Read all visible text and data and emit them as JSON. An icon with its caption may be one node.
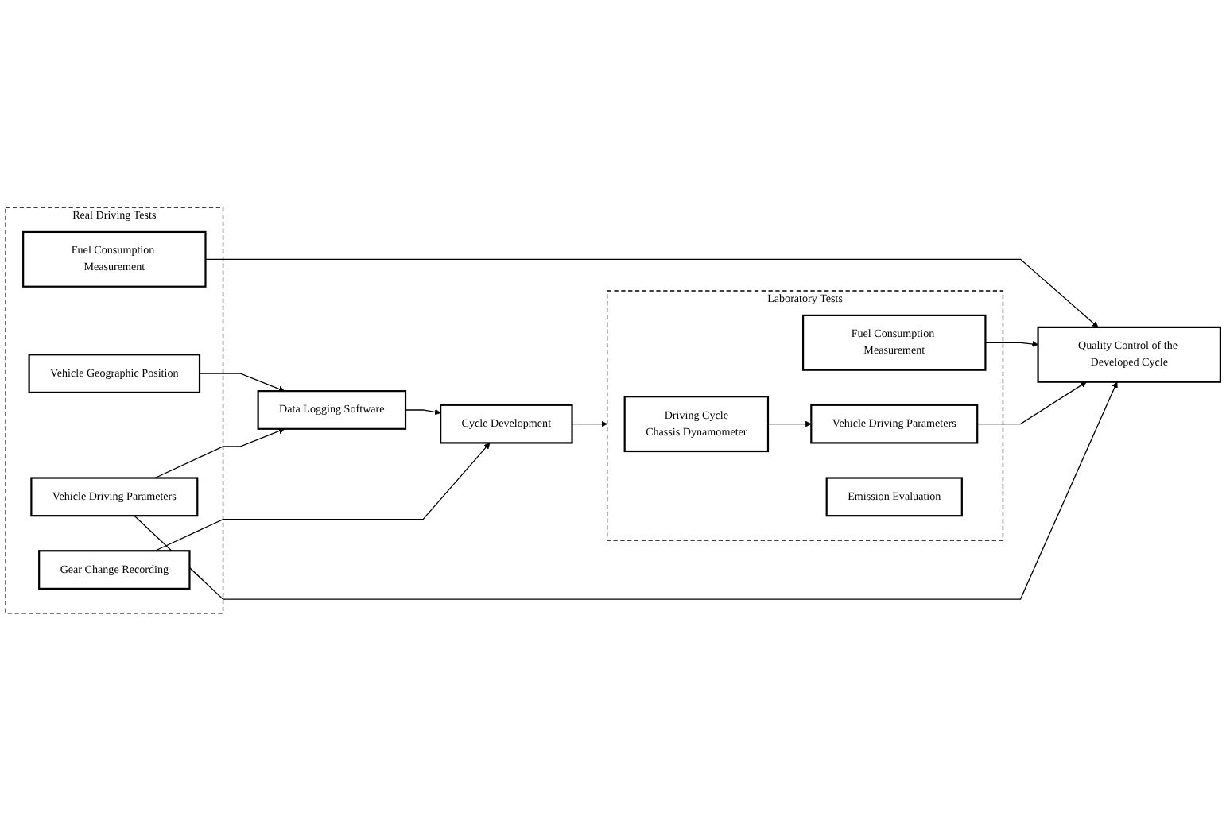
{
  "diagram": {
    "nodes": [
      {
        "text": [
          "Real Driving Tests"
        ]
      },
      {
        "text": [
          "Vehicle Geographic Position"
        ],
        "in": 0
      },
      {
        "text": [
          "Vehicle Driving Parameters"
        ],
        "in": 0
      },
      {
        "text": [
          "Gear Change Recording"
        ],
        "in": 0
      },
      {
        "text": [
          "Fuel Consumption Measurement"
        ],
        "in": 0
      },
      {
        "text": [
          "Data Logging Software"
        ]
      },
      {
        "text": [
          "Cycle Development"
        ]
      },
      {
        "text": [
          "Laboratory Tests"
        ]
      },
      {
        "text": [
          "Driving Cycle",
          "Chassis Dynamometer"
        ],
        "in": 7
      },
      {
        "text": [
          "Fuel Consumption Measurement"
        ],
        "in": 7
      },
      {
        "text": [
          "Vehicle Driving Parameters"
        ],
        "in": 7
      },
      {
        "text": [
          "Emission Evaluation"
        ],
        "in": 7
      },
      {
        "text": [
          "Quality Control of the Developed Cycle"
        ]
      }
    ],
    "edges": [
      {
        "from": 1,
        "to": 5,
        "arrow": "to"
      },
      {
        "from": 2,
        "to": 5,
        "arrow": "to"
      },
      {
        "from": 5,
        "to": 6,
        "arrow": "to"
      },
      {
        "from": 3,
        "to": 6,
        "arrow": "to"
      },
      {
        "from": 6,
        "to": 7,
        "arrow": "to"
      },
      {
        "from": 8,
        "to": 10,
        "arrow": "to"
      },
      {
        "from": 4,
        "to": 12,
        "arrow": "to"
      },
      {
        "from": 9,
        "to": 12,
        "arrow": "to"
      },
      {
        "from": 10,
        "to": 12,
        "arrow": "to"
      },
      {
        "from": 2,
        "to": 12,
        "arrow": "to"
      }
    ]
  }
}
